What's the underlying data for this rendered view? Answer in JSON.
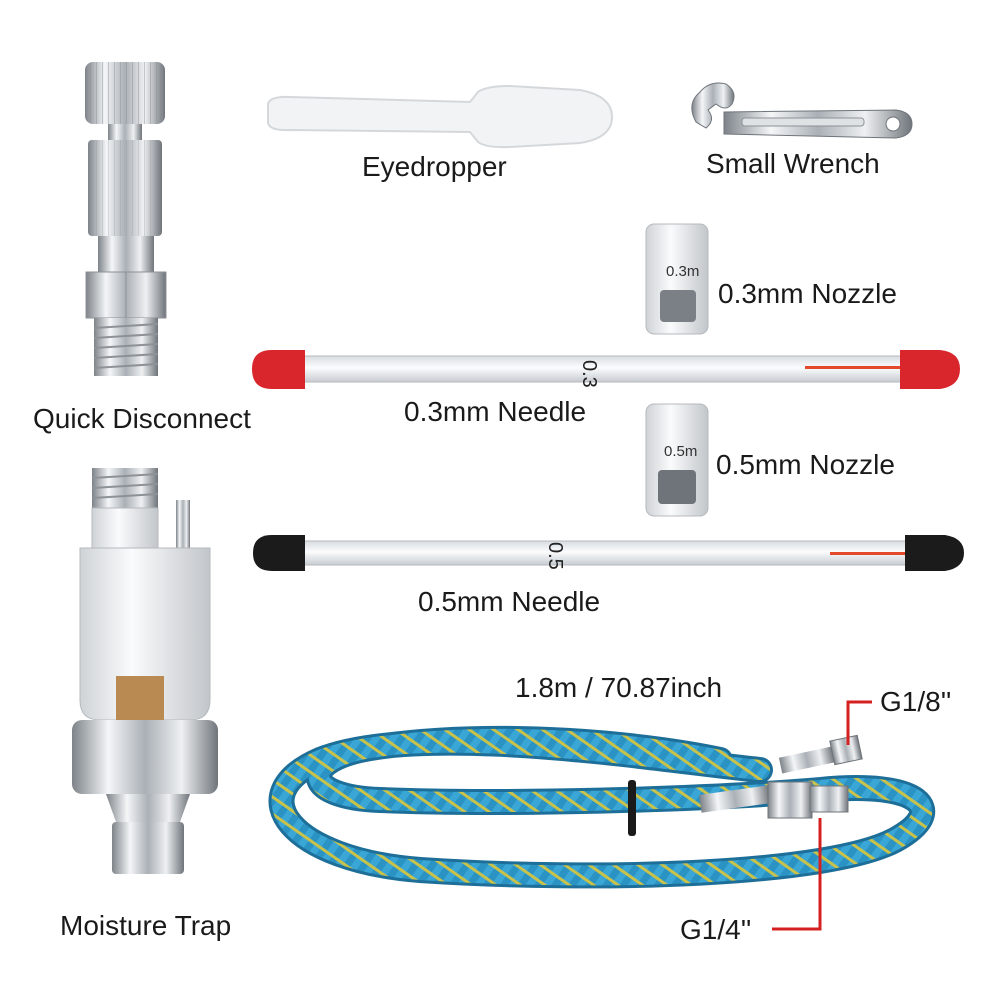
{
  "labels": {
    "quick_disconnect": "Quick Disconnect",
    "eyedropper": "Eyedropper",
    "small_wrench": "Small Wrench",
    "nozzle_03": "0.3mm Nozzle",
    "needle_03": "0.3mm Needle",
    "nozzle_05": "0.5mm Nozzle",
    "needle_05": "0.5mm Needle",
    "moisture_trap": "Moisture Trap",
    "hose_length": "1.8m / 70.87inch",
    "fitting_small": "G1/8''",
    "fitting_large": "G1/4''"
  },
  "markings": {
    "nozzle_03_mark": "0.3m",
    "nozzle_05_mark": "0.5m",
    "needle_03_mark": "0.3",
    "needle_05_mark": "0.5"
  },
  "colors": {
    "background": "#ffffff",
    "needle_03_cap": "#d8262c",
    "needle_05_cap": "#1b1b1b",
    "hose_blue": "#2a93c4",
    "hose_yellow": "#c9c24a",
    "callout_red": "#d62020",
    "chrome": "#c8ccd1"
  }
}
